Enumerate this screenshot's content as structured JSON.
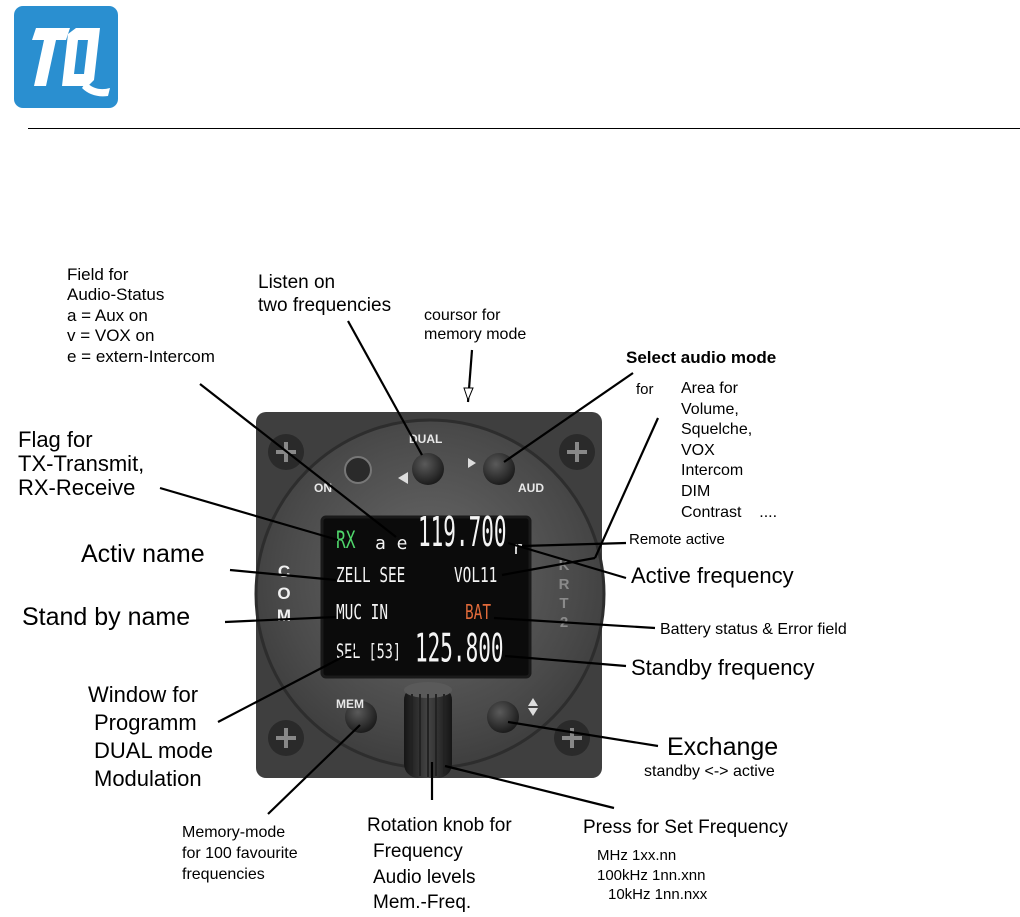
{
  "brand": {
    "logo_text": "TQ",
    "logo_color": "#2a8fd0"
  },
  "bezel": {
    "on": "ON",
    "dual": "DUAL",
    "aud": "AUD",
    "mem": "MEM",
    "com_letters": [
      "C",
      "O",
      "M"
    ],
    "krt_letters": [
      "K",
      "R",
      "T",
      "2"
    ]
  },
  "display": {
    "flag": "RX",
    "audio_status": "a e",
    "active_frequency": "119.700",
    "remote": "r",
    "active_name": "ZELL SEE",
    "volume": "VOL11",
    "standby_name": "MUC IN",
    "battery": "BAT",
    "window": "SEL [53]",
    "standby_frequency": "125.800"
  },
  "labels": {
    "audio_status_field": {
      "lines": [
        "Field for",
        "Audio-Status",
        "a = Aux on",
        "v = VOX on",
        "e = extern-Intercom"
      ]
    },
    "dual": {
      "lines": [
        "Listen on",
        "two frequencies"
      ]
    },
    "cursor": {
      "lines": [
        "coursor for",
        "memory mode"
      ]
    },
    "select_audio": {
      "text": "Select audio mode"
    },
    "for_word": {
      "text": "for"
    },
    "area": {
      "lines": [
        "Area for",
        "Volume,",
        "Squelche,",
        "VOX",
        "Intercom",
        "DIM",
        "Contrast    ...."
      ]
    },
    "flag": {
      "lines": [
        "Flag for",
        "TX-Transmit,",
        "RX-Receive"
      ]
    },
    "remote_active": {
      "text": "Remote active"
    },
    "activ_name": {
      "text": "Activ name"
    },
    "active_frequency": {
      "text": "Active frequency"
    },
    "standby_name": {
      "text": "Stand by name"
    },
    "battery": {
      "text": "Battery status & Error field"
    },
    "standby_frequency": {
      "text": "Standby frequency"
    },
    "window": {
      "lines": [
        "Window for",
        "Programm",
        "DUAL mode",
        "Modulation"
      ]
    },
    "exchange": {
      "text": "Exchange",
      "sub": "standby <-> active"
    },
    "memory_mode": {
      "lines": [
        "Memory-mode",
        "for 100 favourite",
        "frequencies"
      ]
    },
    "rotation": {
      "lines": [
        "Rotation knob for",
        "Frequency",
        "Audio levels",
        "Mem.-Freq."
      ]
    },
    "press": {
      "title": "Press for Set Frequency",
      "lines": [
        "MHz 1xx.nn",
        "100kHz 1nn.xnn",
        "10kHz 1nn.nxx"
      ]
    }
  }
}
